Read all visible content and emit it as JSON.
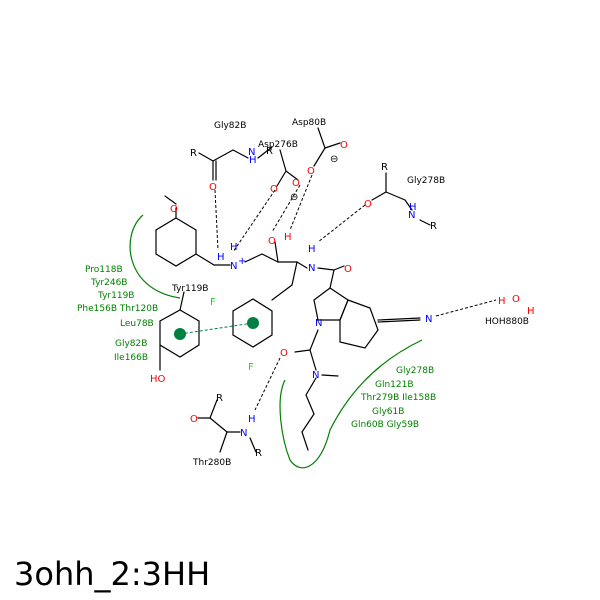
{
  "caption": "3ohh_2:3HH",
  "colors": {
    "hydrophobic": "#008000",
    "oxygen": "#ff0000",
    "nitrogen": "#0000ff",
    "fluorine": "#33cc33",
    "pi_center": "#008040"
  },
  "residues": {
    "gly82b_top": "Gly82B",
    "asp80b": "Asp80B",
    "asp276b": "Asp276B",
    "gly278b_top": "Gly278B",
    "tyr119b_top": "Tyr119B",
    "hoh880b": "HOH880B",
    "thr280b": "Thr280B"
  },
  "hydrophobic_left": [
    "Pro118B",
    "Tyr246B",
    "Tyr119B",
    "Phe156B  Thr120B",
    "Leu78B",
    "Gly82B",
    "Ile166B"
  ],
  "hydrophobic_right": [
    "Gly278B",
    "Gln121B",
    "Thr279B Ile158B",
    "Gly61B",
    "Gln60B  Gly59B"
  ],
  "atoms": {
    "R": "R",
    "O": "O",
    "N": "N",
    "H": "H",
    "F": "F",
    "HO": "HO",
    "NH": "N",
    "Nplus": "N",
    "plus": "+",
    "minus": "⊖"
  }
}
